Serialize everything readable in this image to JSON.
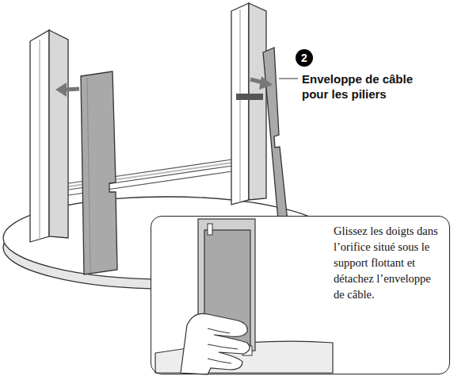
{
  "diagram": {
    "nodes": [
      {
        "text": [
          "2"
        ]
      },
      {
        "text": [
          "Glissez les doigts dans l’orifice situé sous le support flottant et détachez l’enveloppe de câble."
        ]
      }
    ],
    "labels": [
      "Enveloppe de câble pour les piliers"
    ]
  }
}
